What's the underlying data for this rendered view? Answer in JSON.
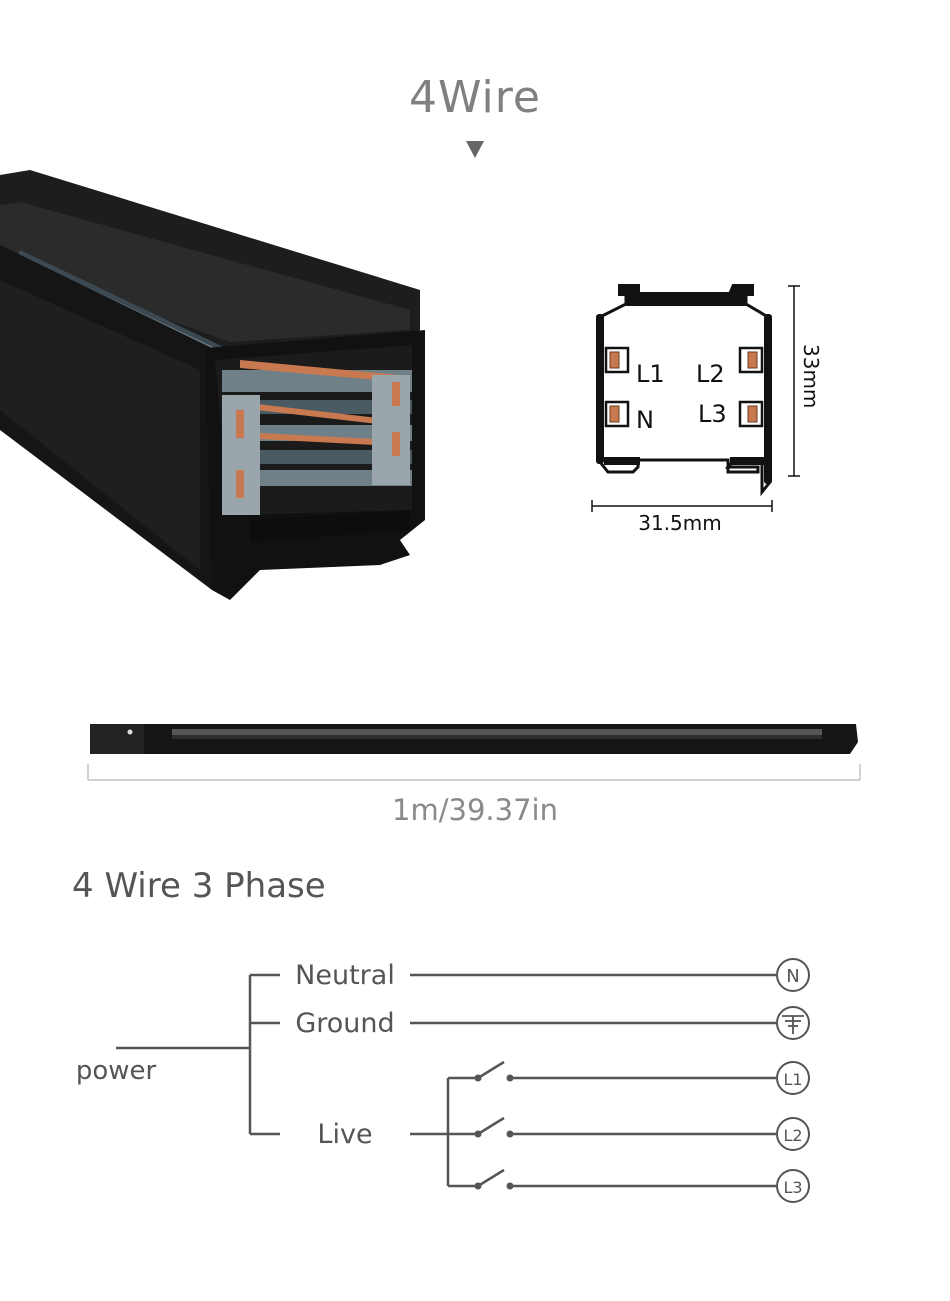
{
  "header": {
    "title": "4Wire"
  },
  "profile": {
    "labels": {
      "l1": "L1",
      "n": "N",
      "l2": "L2",
      "l3": "L3"
    },
    "height_dim": "33mm",
    "width_dim": "31.5mm"
  },
  "track": {
    "length_label": "1m/39.37in"
  },
  "wiring": {
    "title": "4 Wire 3 Phase",
    "power_label": "power",
    "neutral_label": "Neutral",
    "ground_label": "Ground",
    "live_label": "Live",
    "terminals": {
      "n": "N",
      "l1": "L1",
      "l2": "L2",
      "l3": "L3"
    }
  },
  "colors": {
    "track_black": "#151515",
    "track_grey": "#6f8088",
    "copper": "#c8794f",
    "text_grey": "#808080",
    "line_grey": "#555555"
  }
}
